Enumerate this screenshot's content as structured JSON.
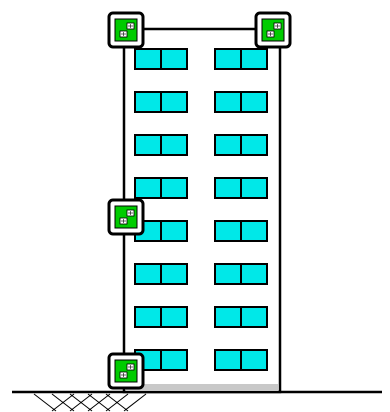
{
  "colors": {
    "background": "#ffffff",
    "outline": "#000000",
    "window_glass": "#00e8e8",
    "building_base": "#c8c8c8",
    "sensor_green": "#00cc00",
    "sensor_chip": "#ffffff"
  },
  "building": {
    "floors": 8,
    "window_columns": 2,
    "panes_per_window": 2
  },
  "sensors": {
    "count": 4,
    "icon": "sensor-module-icon",
    "placements": [
      "roof-left",
      "roof-right",
      "left-wall-mid",
      "ground-left"
    ]
  },
  "ground": {
    "hatch_icon": "ground-hatch-icon"
  }
}
